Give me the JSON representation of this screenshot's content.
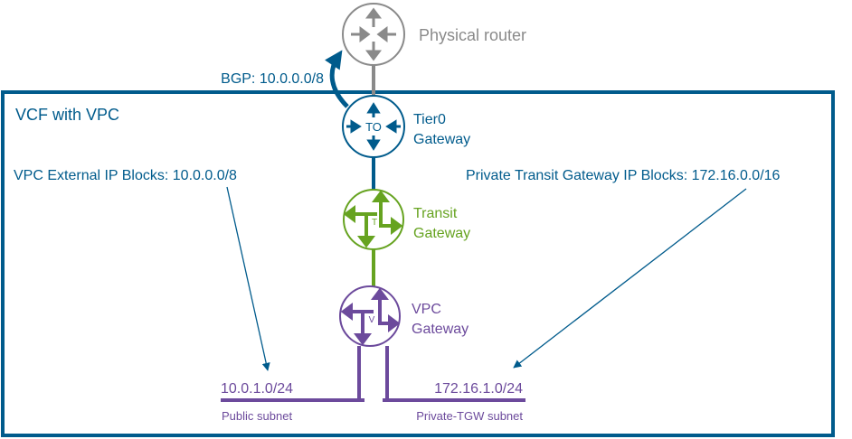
{
  "colors": {
    "blue": "#005b8c",
    "gray": "#8a8a8a",
    "green": "#66a320",
    "purple": "#6c4a9c"
  },
  "container": {
    "title": "VCF with VPC"
  },
  "physical_router": {
    "label": "Physical router",
    "icon": "router-icon"
  },
  "bgp_label": "BGP: 10.0.0.0/8",
  "tier0": {
    "label_line1": "Tier0",
    "label_line2": "Gateway",
    "glyph": "TO",
    "icon": "router-icon"
  },
  "transit_gateway": {
    "label_line1": "Transit",
    "label_line2": "Gateway",
    "glyph": "T",
    "icon": "gateway-icon"
  },
  "vpc_gateway": {
    "label_line1": "VPC",
    "label_line2": "Gateway",
    "glyph": "V",
    "icon": "gateway-icon"
  },
  "annotations": {
    "external_ip_blocks": "VPC External IP Blocks: 10.0.0.0/8",
    "private_tgw_ip_blocks": "Private Transit Gateway IP Blocks: 172.16.0.0/16"
  },
  "subnets": [
    {
      "cidr": "10.0.1.0/24",
      "name": "Public subnet"
    },
    {
      "cidr": "172.16.1.0/24",
      "name": "Private-TGW subnet"
    }
  ]
}
